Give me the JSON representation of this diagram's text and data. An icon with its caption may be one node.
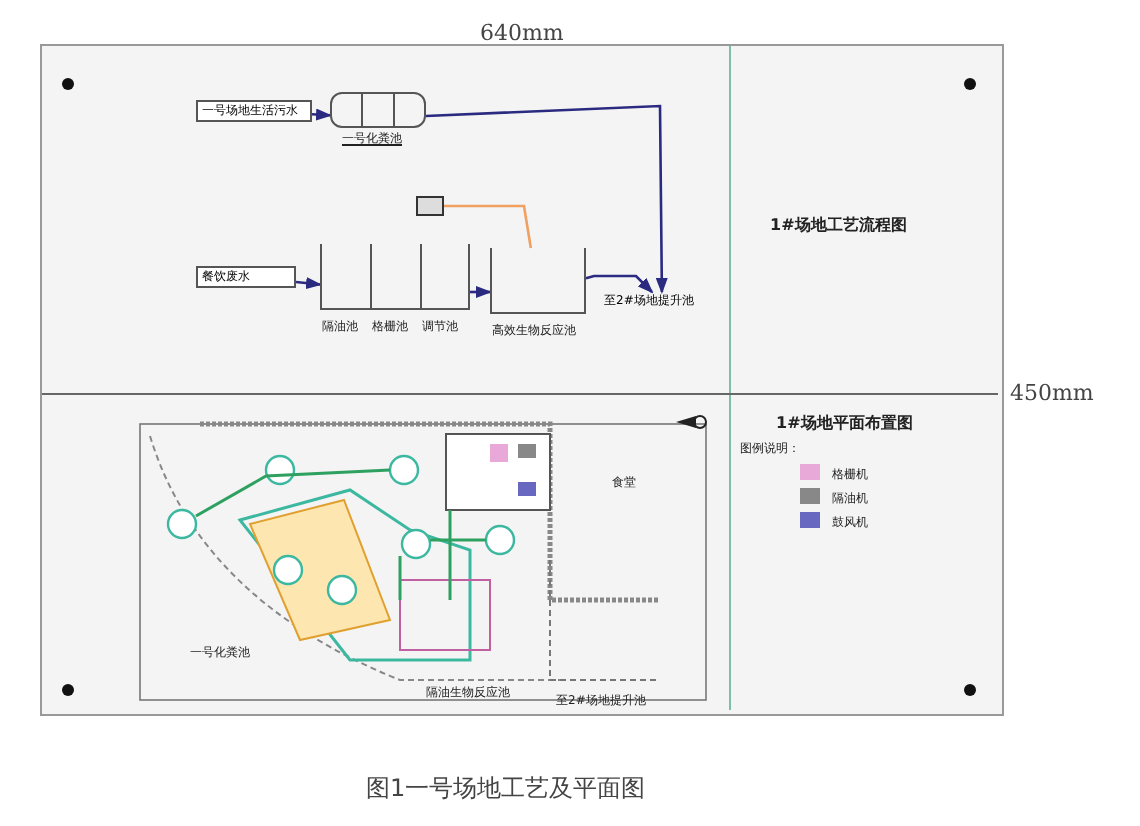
{
  "diagram": {
    "caption": "图1一号场地工艺及平面图",
    "nodes": [
      {
        "text": [
          "一号场地生活污水"
        ]
      },
      {
        "text": [
          "一号化粪池"
        ]
      },
      {
        "text": [
          "餐饮废水"
        ]
      },
      {
        "text": [
          "隔油池",
          "格栅池",
          "调节池"
        ]
      },
      {
        "text": [
          "高效生物反应池"
        ]
      },
      {
        "text": [
          "至2#场地提升池"
        ]
      },
      {
        "text": [],
        "shape": "box"
      }
    ],
    "edges": [
      {
        "from": 0,
        "to": 1,
        "arrow": "to"
      },
      {
        "from": 1,
        "to": 5,
        "arrow": "to"
      },
      {
        "from": 2,
        "to": 3,
        "arrow": "to"
      },
      {
        "from": 3,
        "to": 4,
        "arrow": "to"
      },
      {
        "from": 4,
        "to": 5,
        "arrow": "to"
      },
      {
        "from": 6,
        "to": 4,
        "arrow": "none",
        "color": "#f0a060"
      }
    ],
    "labels": [
      "640mm",
      "450mm",
      "1#场地工艺流程图",
      "1#场地平面布置图",
      "图例说明：",
      "食堂",
      "一号化粪池",
      "隔油生物反应池",
      "至2#场地提升池"
    ],
    "legend": [
      {
        "text": "格栅机",
        "color": "#e8a8d8"
      },
      {
        "text": "隔油机",
        "color": "#888888"
      },
      {
        "text": "鼓风机",
        "color": "#6868c0"
      }
    ]
  }
}
